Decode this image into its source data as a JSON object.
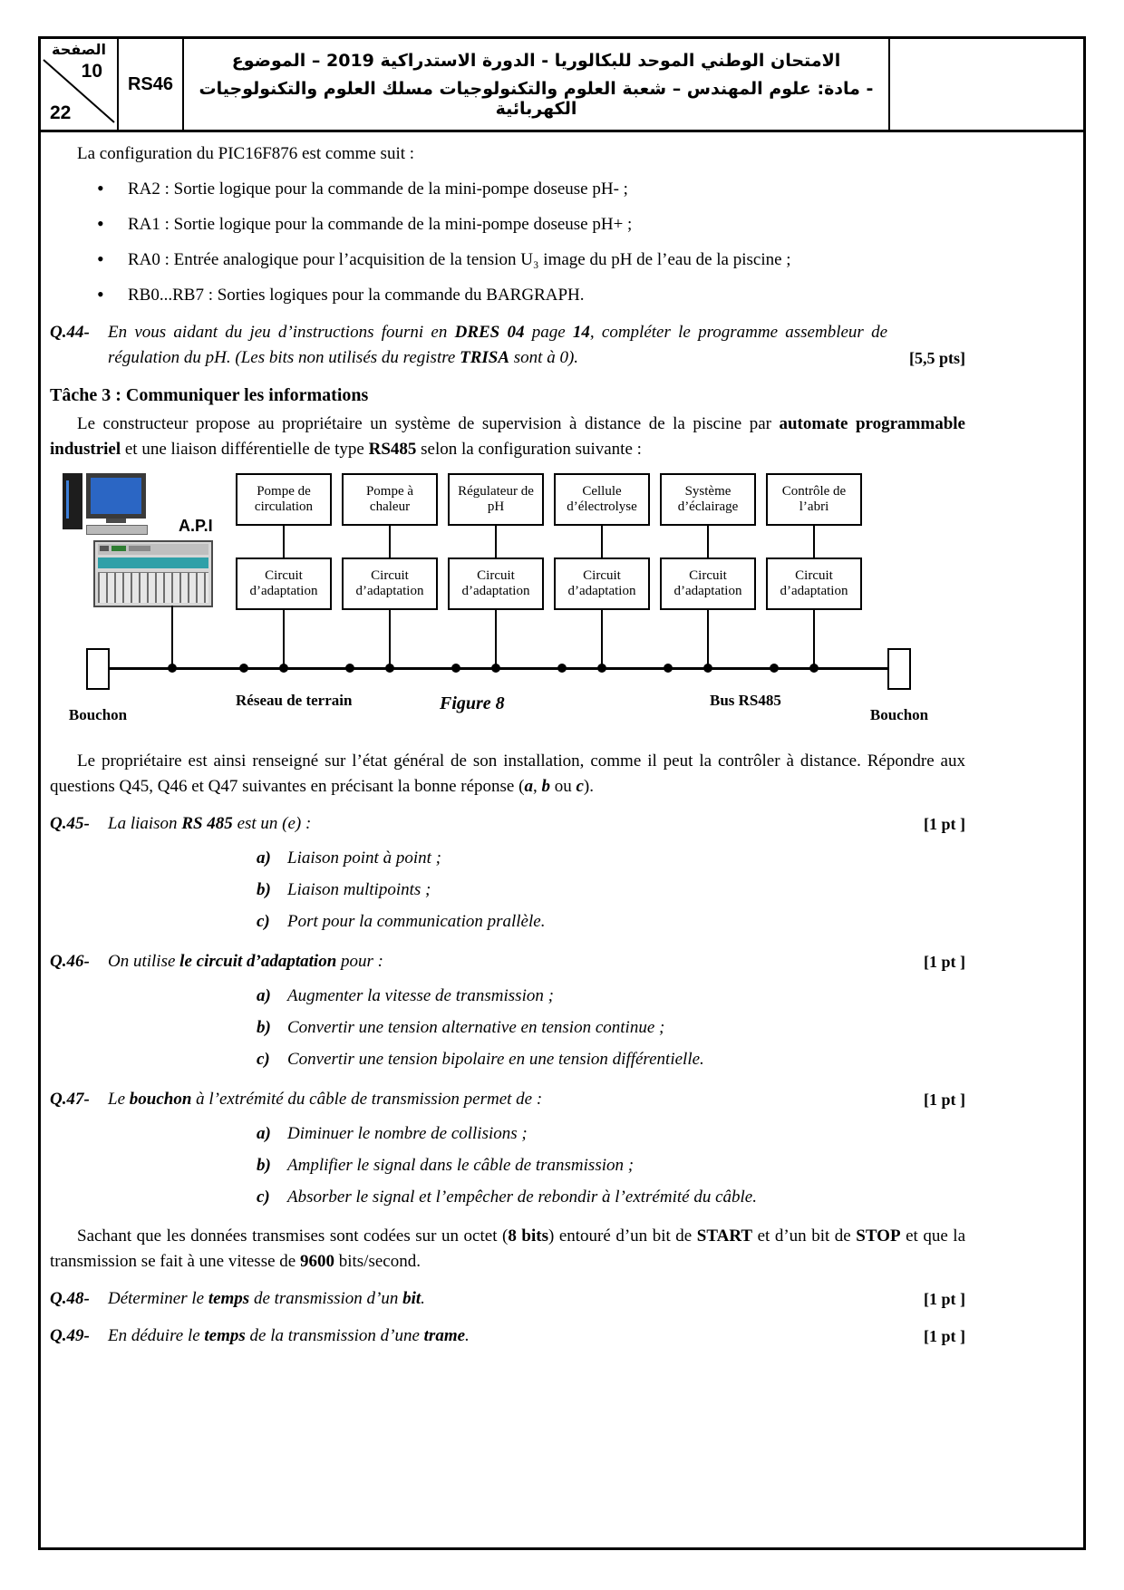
{
  "header": {
    "page_word": "الصفحة",
    "page_number": "10",
    "page_total": "22",
    "code": "RS46",
    "exam_line1": "الامتحان الوطني الموحد للبكالوريا - الدورة الاستدراكية 2019 – الموضوع",
    "exam_line2": "- مادة: علوم المهندس – شعبة العلوم والتكنولوجيات مسلك العلوم والتكنولوجيات الكهربائية",
    "accent_color": "#000000"
  },
  "pic_config": {
    "intro": "La configuration du PIC16F876 est comme suit :",
    "bullets": [
      "RA2 : Sortie logique pour la commande de la mini-pompe doseuse pH- ;",
      "RA1 : Sortie logique pour la commande de la mini-pompe doseuse pH+ ;",
      "RA0 : Entrée analogique pour l’acquisition de la tension U₃ image du pH de l’eau de la piscine ;",
      "RB0...RB7 : Sorties logiques pour la commande du BARGRAPH."
    ]
  },
  "q44": {
    "label": "Q.44-",
    "text": [
      {
        "t": "En vous aidant du jeu d’instructions fourni en ",
        "i": true
      },
      {
        "t": "DRES 04",
        "b": true,
        "i": true
      },
      {
        "t": " page ",
        "i": true
      },
      {
        "t": "14",
        "b": true,
        "i": true
      },
      {
        "t": ", compléter le programme assembleur de régulation du pH. (Les bits non utilisés du registre ",
        "i": true
      },
      {
        "t": "TRISA",
        "b": true,
        "i": true
      },
      {
        "t": " sont à 0).",
        "i": true
      }
    ],
    "points": "[5,5 pts]"
  },
  "task3": {
    "title": "Tâche 3 : Communiquer les informations",
    "intro": [
      {
        "t": "Le constructeur propose au propriétaire un système de supervision à distance de la piscine par "
      },
      {
        "t": "automate programmable industriel",
        "b": true
      },
      {
        "t": " et une liaison différentielle de type "
      },
      {
        "t": "RS485",
        "b": true
      },
      {
        "t": " selon la configuration suivante :"
      }
    ]
  },
  "figure": {
    "api_label": "A.P.I",
    "devices": [
      "Pompe de circulation",
      "Pompe à chaleur",
      "Régulateur de pH",
      "Cellule d’électrolyse",
      "Système d’éclairage",
      "Contrôle de l’abri"
    ],
    "adapter_label": "Circuit d’adaptation",
    "network_label": "Réseau de terrain",
    "caption": "Figure 8",
    "bus_label": "Bus RS485",
    "bouchon_left": "Bouchon",
    "bouchon_right": "Bouchon"
  },
  "supervision": {
    "text": [
      {
        "t": "Le propriétaire est ainsi renseigné sur l’état général de son installation, comme il peut la contrôler à distance. Répondre aux questions Q45, Q46 et Q47 suivantes en précisant la bonne réponse ("
      },
      {
        "t": "a",
        "b": true,
        "i": true
      },
      {
        "t": ", "
      },
      {
        "t": "b",
        "b": true,
        "i": true
      },
      {
        "t": " ou "
      },
      {
        "t": "c",
        "b": true,
        "i": true
      },
      {
        "t": ")."
      }
    ]
  },
  "q45": {
    "label": "Q.45-",
    "stem": [
      {
        "t": "La liaison ",
        "i": true
      },
      {
        "t": "RS 485",
        "b": true,
        "i": true
      },
      {
        "t": " est un (e) :",
        "i": true
      }
    ],
    "points": "[1 pt ]",
    "options": [
      {
        "letter": "a)",
        "text": "Liaison point à point ;"
      },
      {
        "letter": "b)",
        "text": "Liaison multipoints ;"
      },
      {
        "letter": "c)",
        "text": "Port pour la communication prallèle."
      }
    ]
  },
  "q46": {
    "label": "Q.46-",
    "stem": [
      {
        "t": "On utilise ",
        "i": true
      },
      {
        "t": "le circuit d’adaptation",
        "b": true,
        "i": true
      },
      {
        "t": "  pour :",
        "i": true
      }
    ],
    "points": "[1 pt ]",
    "options": [
      {
        "letter": "a)",
        "text": "Augmenter la vitesse de transmission ;"
      },
      {
        "letter": "b)",
        "text": "Convertir une tension alternative en tension continue ;"
      },
      {
        "letter": "c)",
        "text": "Convertir une tension bipolaire en une tension différentielle."
      }
    ]
  },
  "q47": {
    "label": "Q.47-",
    "stem": [
      {
        "t": "Le ",
        "i": true
      },
      {
        "t": "bouchon",
        "b": true,
        "i": true
      },
      {
        "t": " à l’extrémité du câble de transmission permet de :",
        "i": true
      }
    ],
    "points": "[1 pt ]",
    "options": [
      {
        "letter": "a)",
        "text": "Diminuer le nombre de collisions ;"
      },
      {
        "letter": "b)",
        "text": "Amplifier le signal dans le câble de transmission ;"
      },
      {
        "letter": "c)",
        "text": "Absorber le signal et l’empêcher de rebondir à l’extrémité du câble."
      }
    ]
  },
  "frame_note": {
    "text": [
      {
        "t": "Sachant que les données transmises sont codées sur un octet ("
      },
      {
        "t": "8 bits",
        "b": true
      },
      {
        "t": ") entouré d’un bit de "
      },
      {
        "t": "START",
        "b": true
      },
      {
        "t": " et d’un bit de "
      },
      {
        "t": "STOP",
        "b": true
      },
      {
        "t": " et que la transmission se fait à une vitesse de "
      },
      {
        "t": "9600",
        "b": true
      },
      {
        "t": " bits/second."
      }
    ]
  },
  "q48": {
    "label": "Q.48-",
    "stem": [
      {
        "t": "Déterminer le ",
        "i": true
      },
      {
        "t": "temps",
        "b": true,
        "i": true
      },
      {
        "t": " de transmission d’un ",
        "i": true
      },
      {
        "t": "bit",
        "b": true,
        "i": true
      },
      {
        "t": ".",
        "i": true
      }
    ],
    "points": "[1 pt ]"
  },
  "q49": {
    "label": "Q.49-",
    "stem": [
      {
        "t": "En déduire le ",
        "i": true
      },
      {
        "t": "temps",
        "b": true,
        "i": true
      },
      {
        "t": " de la transmission d’une ",
        "i": true
      },
      {
        "t": "trame",
        "b": true,
        "i": true
      },
      {
        "t": ".",
        "i": true
      }
    ],
    "points": "[1 pt ]"
  }
}
